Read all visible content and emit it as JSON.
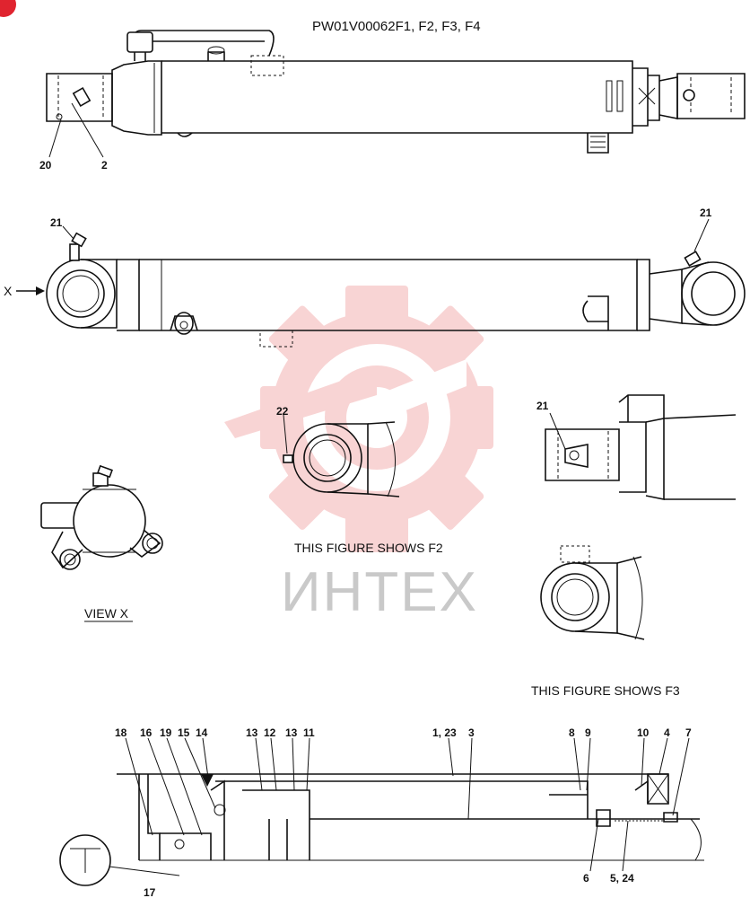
{
  "title": "PW01V00062F1, F2, F3, F4",
  "view_label": "VIEW  X",
  "view_arrow_label": "X",
  "caption_f2": "THIS FIGURE SHOWS  F2",
  "caption_f3": "THIS FIGURE SHOWS  F3",
  "watermark": "ИНТЕХ",
  "badge_color": "#e0242f",
  "watermark_color": "#f4b2b2",
  "labels": {
    "top_20": "20",
    "top_2": "2",
    "side_21_left": "21",
    "side_21_right": "21",
    "f2_22": "22",
    "detail_21": "21",
    "s18": "18",
    "s16": "16",
    "s19": "19",
    "s15": "15",
    "s14": "14",
    "s13a": "13",
    "s12": "12",
    "s13b": "13",
    "s11": "11",
    "s1_23": "1, 23",
    "s3": "3",
    "s8": "8",
    "s9": "9",
    "s10": "10",
    "s4": "4",
    "s7": "7",
    "s6": "6",
    "s5_24": "5, 24",
    "s17": "17"
  }
}
